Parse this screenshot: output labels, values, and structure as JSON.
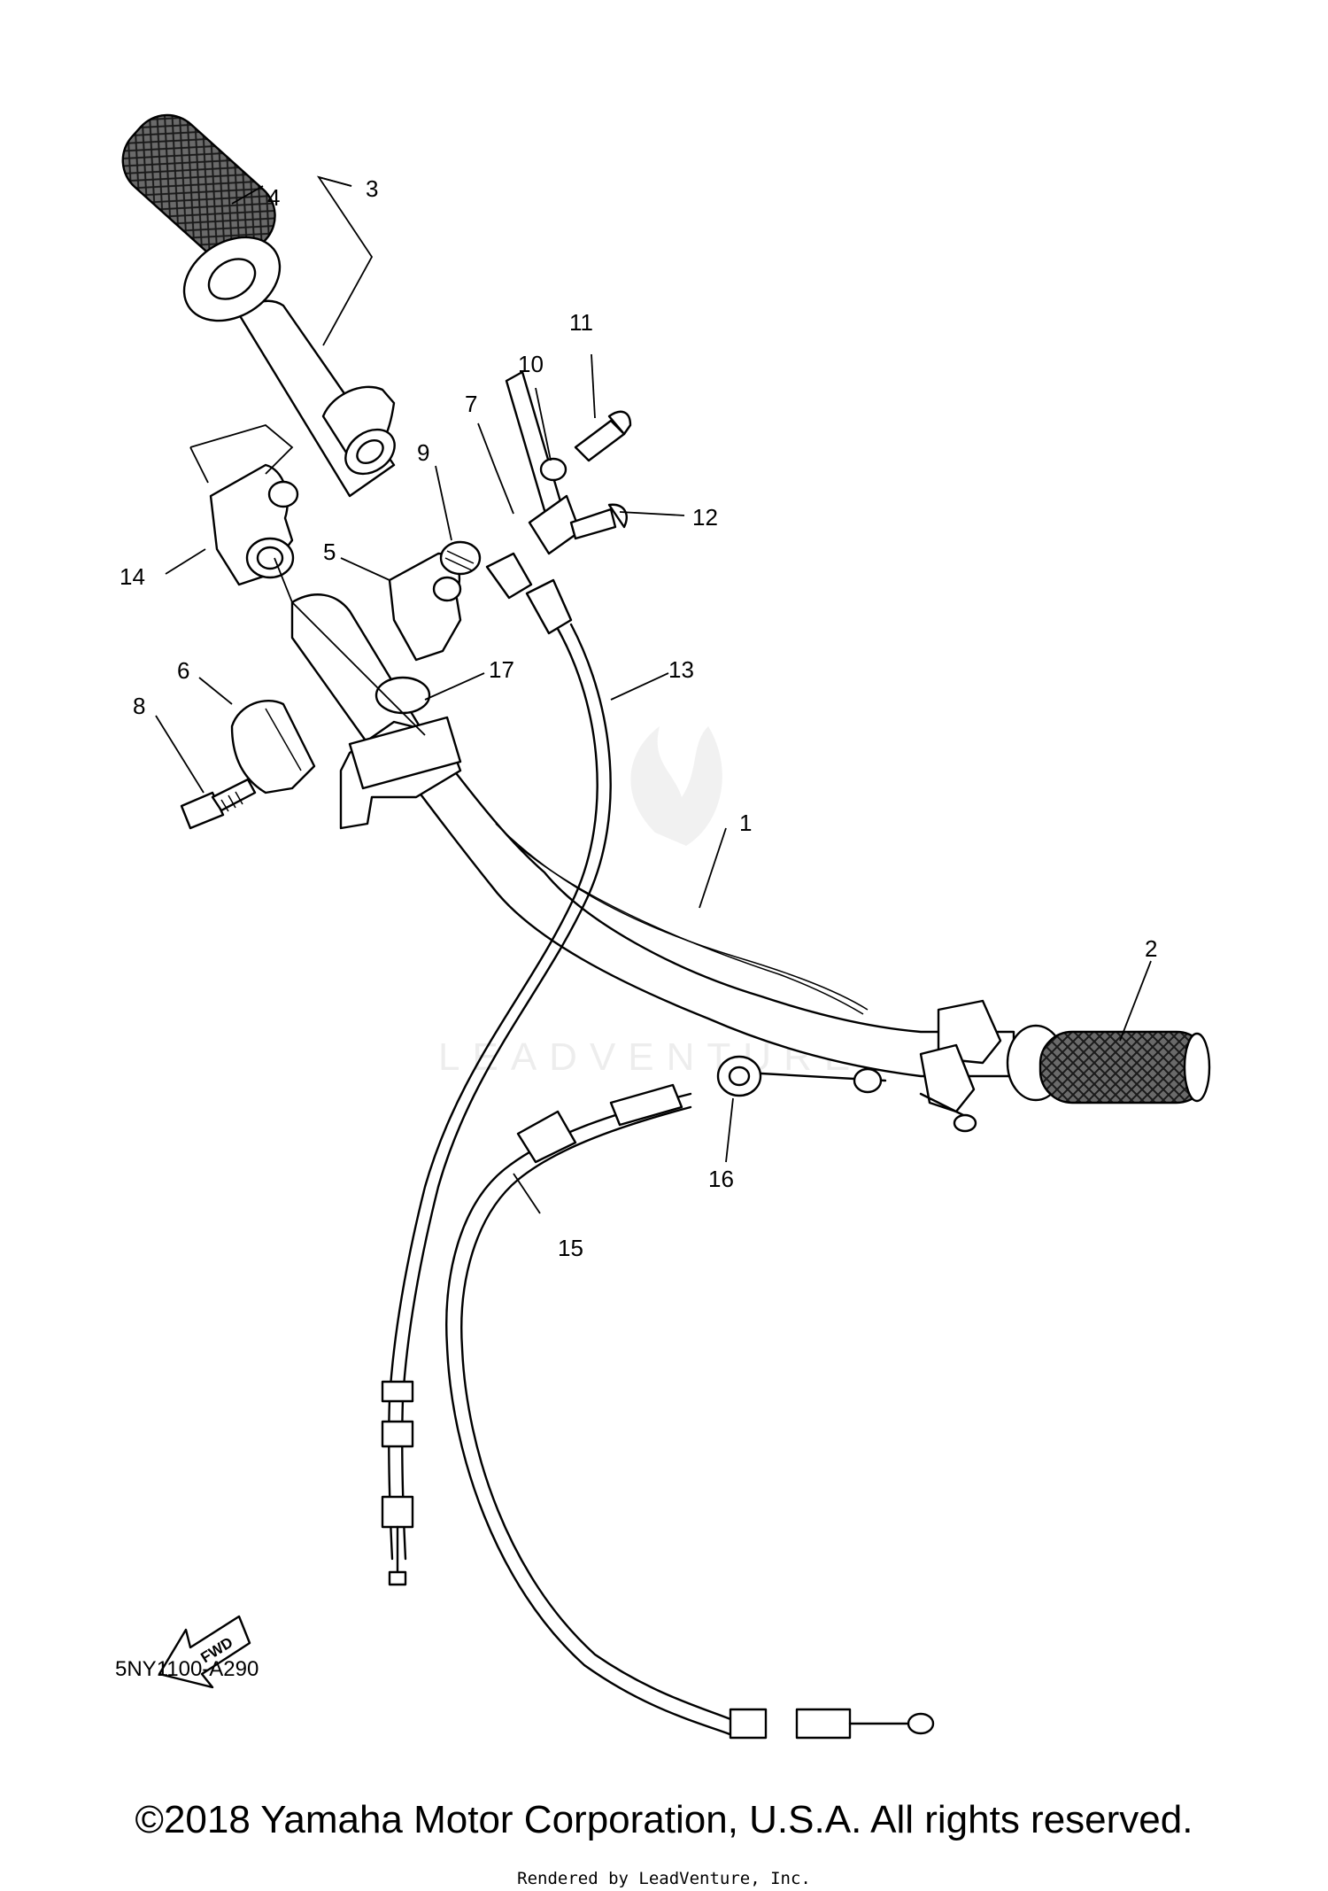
{
  "diagram": {
    "callouts": [
      "1",
      "2",
      "3",
      "4",
      "5",
      "6",
      "7",
      "8",
      "9",
      "10",
      "11",
      "12",
      "13",
      "14",
      "15",
      "16",
      "17"
    ],
    "fwd_label": "FWD",
    "diagram_code": "5NY1100-A290",
    "watermark": "LEADVENTURE"
  },
  "footer": {
    "copyright": "©2018 Yamaha Motor Corporation, U.S.A. All rights reserved.",
    "rendered_by": "Rendered by LeadVenture, Inc."
  }
}
